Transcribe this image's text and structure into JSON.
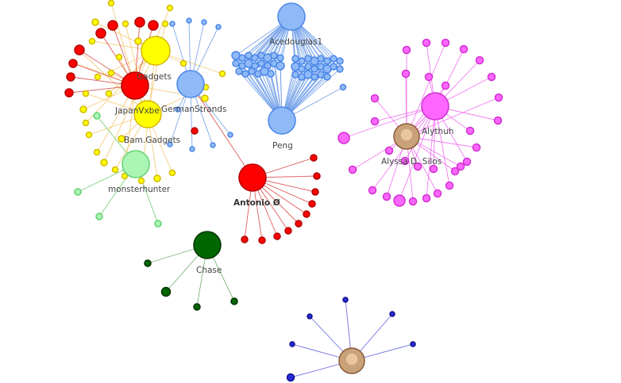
{
  "graph": {
    "colors": {
      "yellow": "#ffff00",
      "red": "#ff0000",
      "lightblue": "#8fbaf7",
      "mint": "#abf5b5",
      "magenta": "#ff66ff",
      "darkgreen": "#006600",
      "indigo": "#2a2ad8",
      "orange_leaf": "#ffcc00"
    },
    "hubs": [
      {
        "id": "bam-gadgets-top",
        "label": "Gadgets",
        "color": "yellow"
      },
      {
        "id": "japanvxbe",
        "label": "JapanVxbe",
        "color": "red"
      },
      {
        "id": "germanstrands",
        "label": "GermanStrands",
        "color": "lightblue"
      },
      {
        "id": "bam-gadgets",
        "label": "Bam.Gadgets",
        "color": "yellow"
      },
      {
        "id": "monsterhunter",
        "label": "monsterhunter",
        "color": "mint"
      },
      {
        "id": "acedouglas1",
        "label": "Acedouglas1",
        "color": "lightblue"
      },
      {
        "id": "peng",
        "label": "Peng",
        "color": "lightblue"
      },
      {
        "id": "antonio",
        "label": "Antonio Ø",
        "color": "red"
      },
      {
        "id": "alythuh",
        "label": "Alythuh",
        "color": "magenta"
      },
      {
        "id": "alyssa",
        "label": "Alyssa D. Silos",
        "color": "magenta"
      },
      {
        "id": "chase",
        "label": "Chase",
        "color": "darkgreen"
      },
      {
        "id": "avatar-bottom",
        "label": "",
        "color": "indigo"
      }
    ]
  }
}
